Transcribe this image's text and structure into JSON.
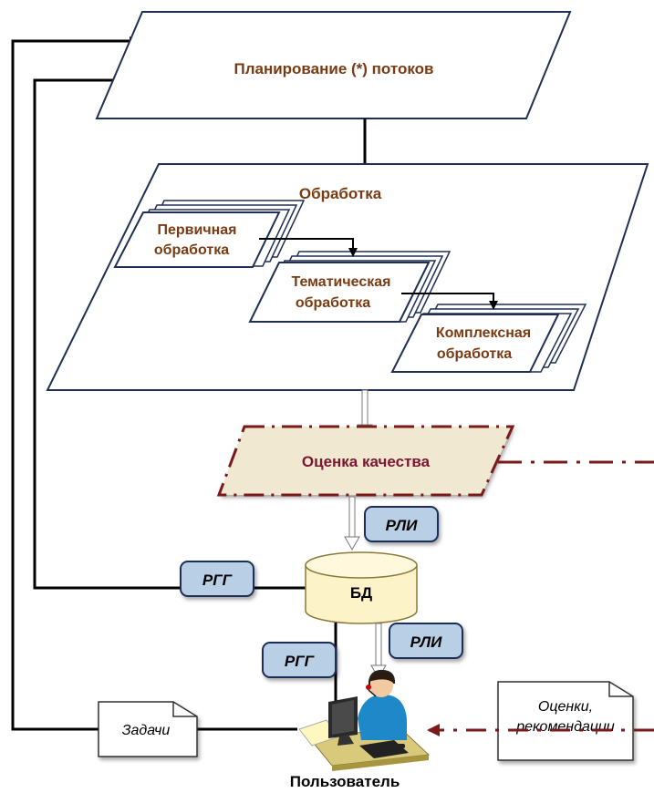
{
  "planning": {
    "label": "Планирование  (*) потоков"
  },
  "processing": {
    "label": "Обработка",
    "primary": [
      "Первичная",
      "обработка"
    ],
    "thematic": [
      "Тематическая",
      "обработка"
    ],
    "complex": [
      "Комплексная",
      "обработка"
    ]
  },
  "quality": {
    "label": "Оценка качества"
  },
  "db": {
    "label": "БД"
  },
  "badges": {
    "rli_1": "РЛИ",
    "rli_2": "РЛИ",
    "rgg_1": "РГГ",
    "rgg_2": "РГГ"
  },
  "notes": {
    "tasks": "Задачи",
    "evaluations": [
      "Оценки,",
      "рекомендации"
    ]
  },
  "user": {
    "label": "Пользователь",
    "icon": "operator-at-workstation-icon"
  },
  "colors": {
    "title_brown": "#7a3b12",
    "quality_text": "#7b1530",
    "quality_fill": "#f1e8d2",
    "dashdot_line": "#7a1a1a",
    "badge_fill": "#b9cfe6",
    "db_fill": "#fdf3c8"
  }
}
